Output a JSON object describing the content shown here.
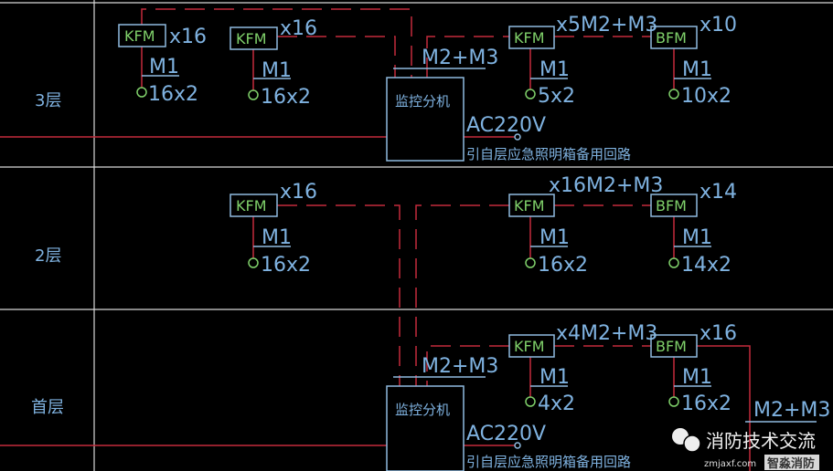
{
  "floors": [
    {
      "label": "3层"
    },
    {
      "label": "2层"
    },
    {
      "label": "首层"
    }
  ],
  "f3": {
    "dev1": {
      "type": "KFM",
      "count": "x16",
      "m": "M1",
      "lamp": "16x2"
    },
    "dev2": {
      "type": "KFM",
      "count": "x16",
      "m": "M1",
      "lamp": "16x2"
    },
    "bus": "M2+M3",
    "monitor": "监控分机",
    "power": "AC220V",
    "source": "引自层应急照明箱备用回路",
    "dev3": {
      "type": "KFM",
      "count": "x5M2+M3",
      "m": "M1",
      "lamp": "5x2"
    },
    "dev4": {
      "type": "BFM",
      "count": "x10",
      "m": "M1",
      "lamp": "10x2"
    }
  },
  "f2": {
    "dev1": {
      "type": "KFM",
      "count": "x16",
      "m": "M1",
      "lamp": "16x2"
    },
    "dev2": {
      "type": "KFM",
      "count": "x16M2+M3",
      "m": "M1",
      "lamp": "16x2"
    },
    "dev3": {
      "type": "BFM",
      "count": "x14",
      "m": "M1",
      "lamp": "14x2"
    }
  },
  "f1": {
    "bus": "M2+M3",
    "monitor": "监控分机",
    "power": "AC220V",
    "source": "引自层应急照明箱备用回路",
    "dev1": {
      "type": "KFM",
      "count": "x4M2+M3",
      "m": "M1",
      "lamp": "4x2"
    },
    "dev2": {
      "type": "BFM",
      "count": "x16",
      "m": "M1",
      "lamp": "16x2"
    },
    "bus_out": "M2+M3"
  },
  "watermark": {
    "text": "消防技术交流",
    "logo": "智淼消防",
    "site": "zmjaxf.com"
  }
}
